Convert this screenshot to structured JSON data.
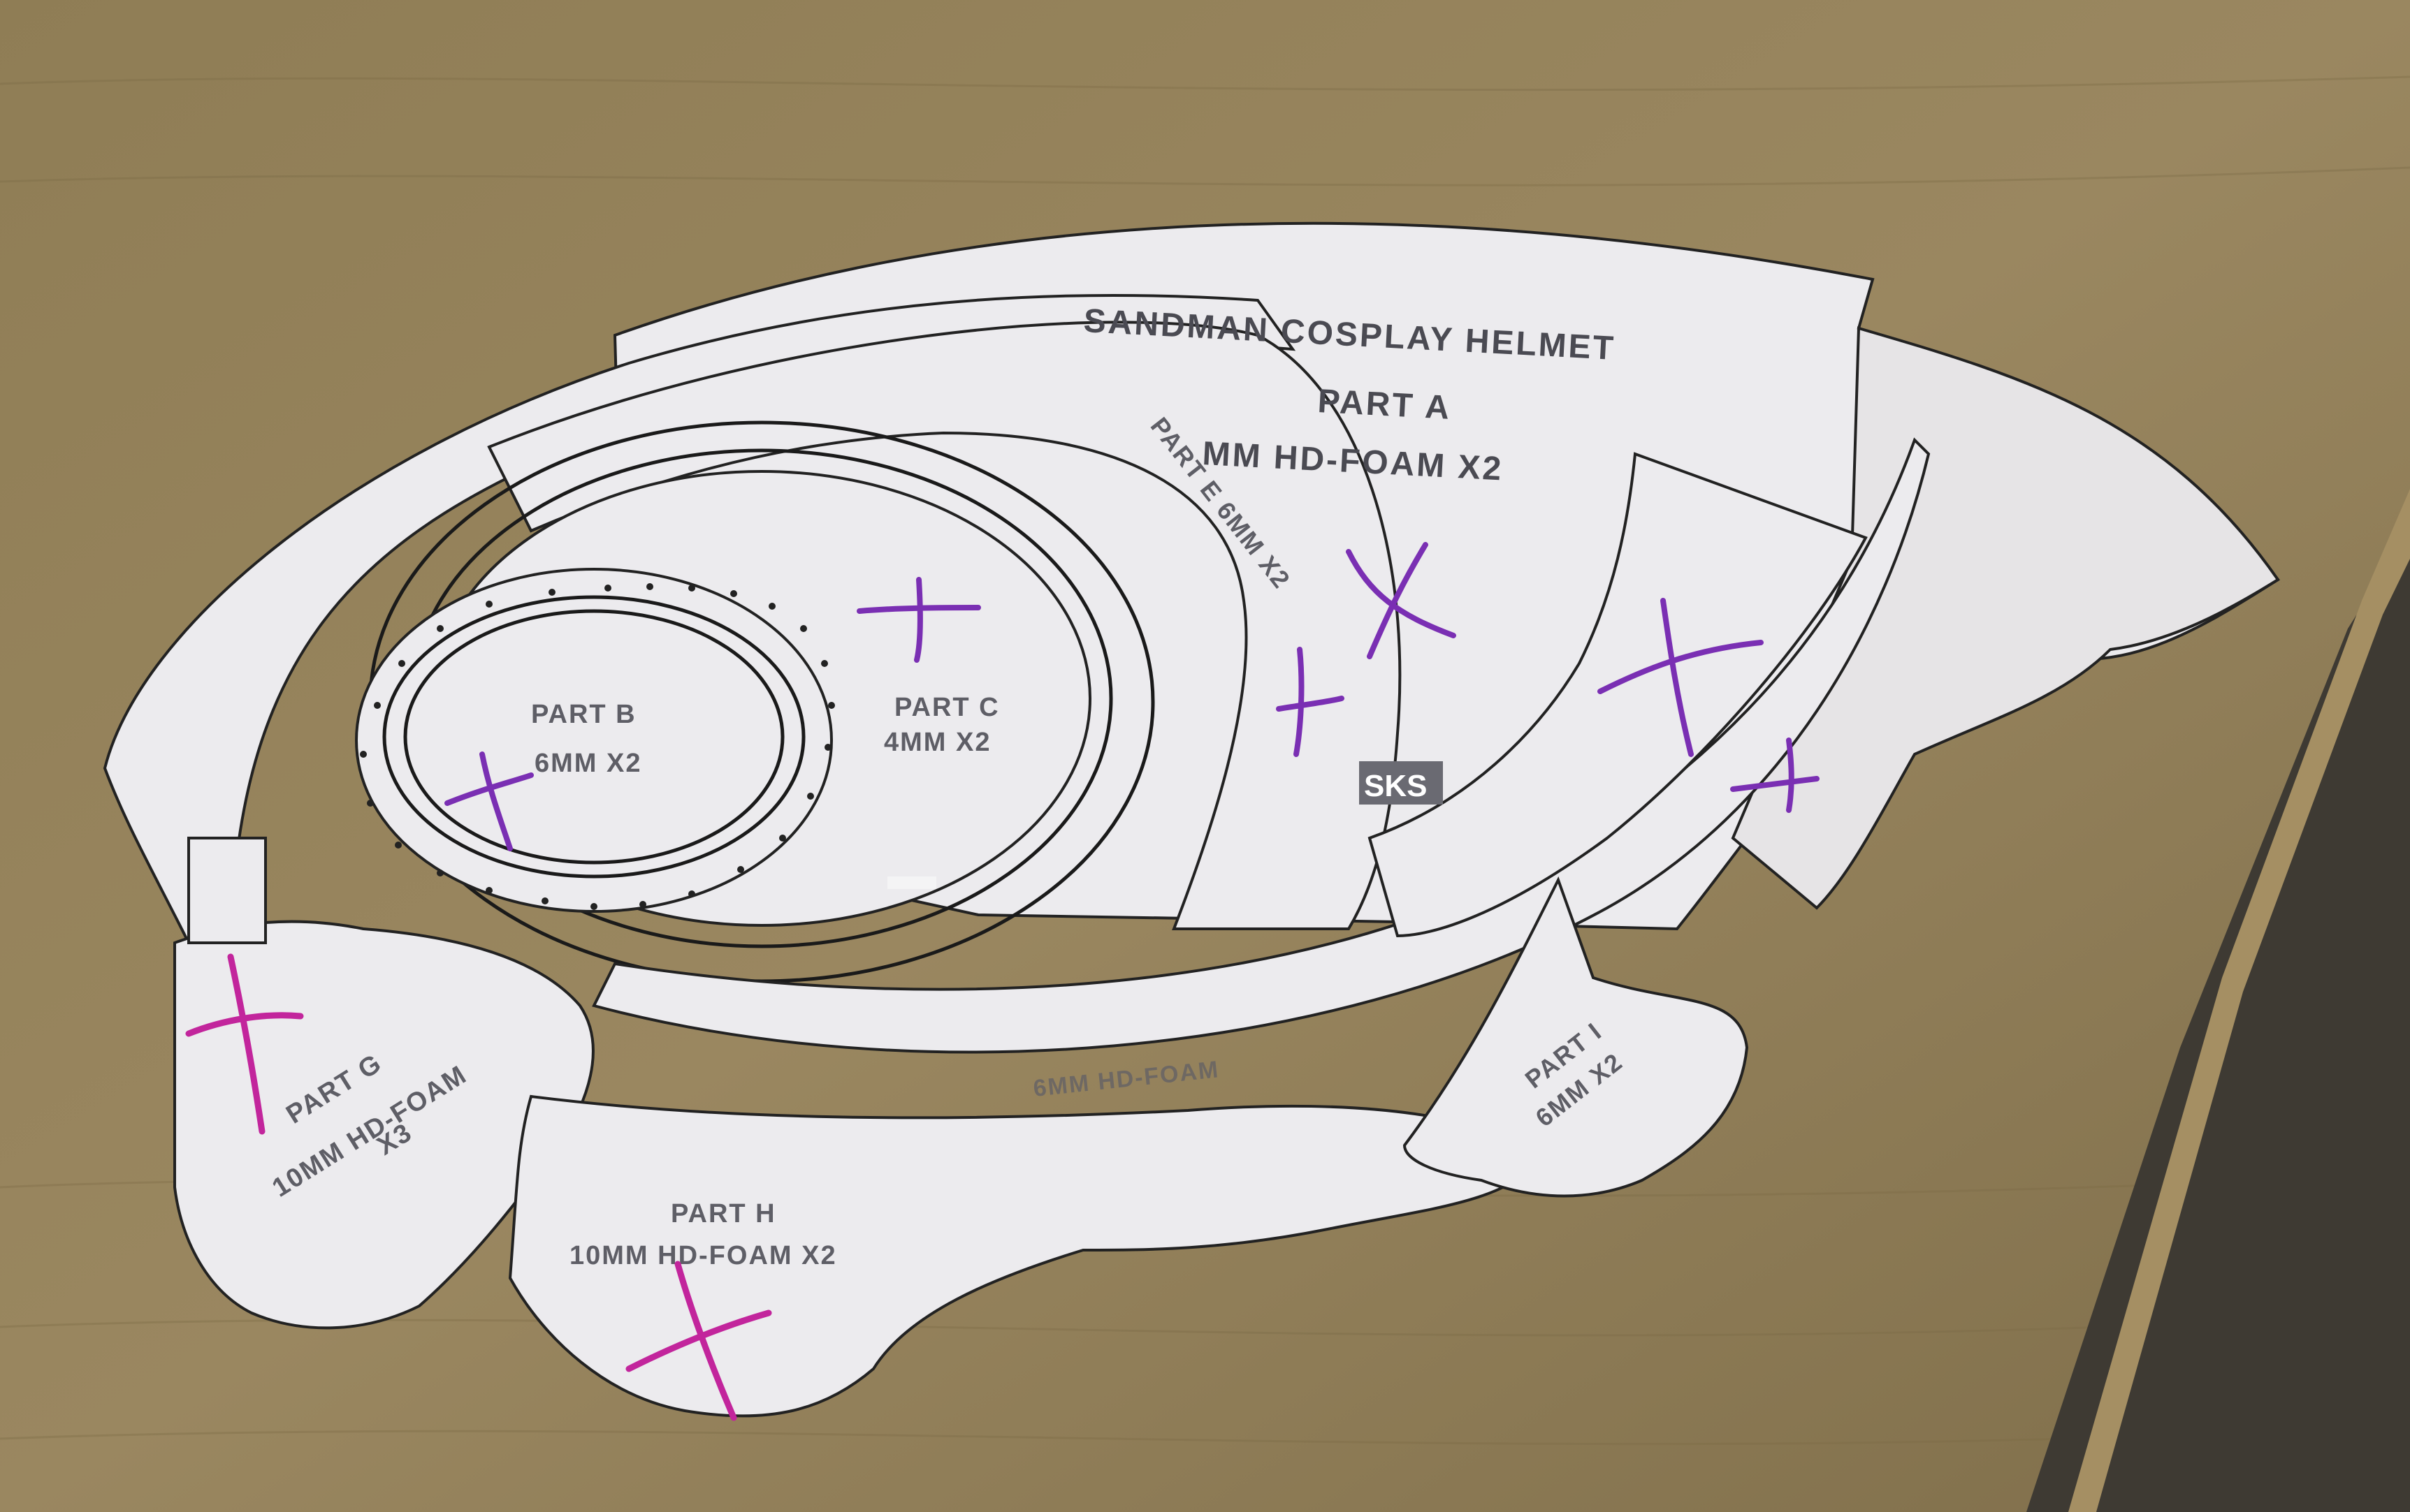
{
  "colors": {
    "table": "#8a7a55",
    "paper": "#ecebee",
    "marker_purple": "#7a2fb3",
    "marker_magenta": "#c2259c"
  },
  "labels": {
    "part_a_title": "SANDMAN COSPLAY HELMET",
    "part_a_name": "PART A",
    "part_a_spec": "MM HD-FOAM  X2",
    "part_b_name": "PART B",
    "part_b_spec": "6MM  X2",
    "part_c_name": "PART C",
    "part_c_spec": "4MM  X2",
    "part_e_text": "PART E 6MM  X2",
    "part_g_name": "PART G",
    "part_g_spec": "10MM HD-FOAM",
    "part_g_qty": "X3",
    "part_h_name": "PART H",
    "part_h_spec": "10MM HD-FOAM  X2",
    "part_i_name": "PART I",
    "part_i_spec": "6MM  X2",
    "logo": "SKS",
    "partial_strip": "6MM HD-FOAM"
  }
}
